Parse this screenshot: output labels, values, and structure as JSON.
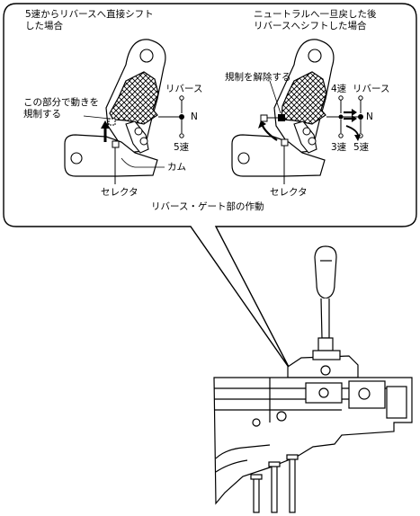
{
  "left_panel": {
    "caption_line1": "5速からリバースへ直接シフト",
    "caption_line2": "した場合",
    "reverse_label": "リバース",
    "n_label": "N",
    "fifth_label": "5速",
    "restrict_line1": "この部分で動きを",
    "restrict_line2": "規制する",
    "cam_label": "カム",
    "selector_label": "セレクタ"
  },
  "right_panel": {
    "caption_line1": "ニュートラルへ一旦戻した後",
    "caption_line2": "リバースへシフトした場合",
    "release_label": "規制を解除する",
    "fourth_label": "4速",
    "reverse_label": "リバース",
    "n_label": "N",
    "third_label": "3速",
    "fifth_label": "5速",
    "selector_label": "セレクタ"
  },
  "bubble_title": "リバース・ゲート部の作動"
}
